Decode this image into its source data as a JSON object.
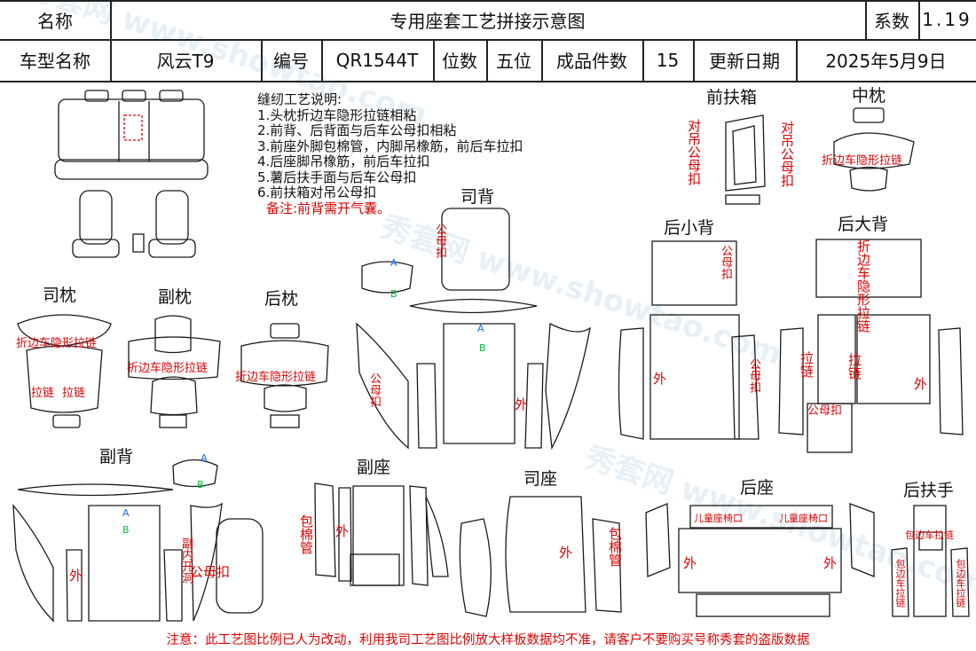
{
  "header": {
    "name_label": "名称",
    "title": "专用座套工艺拼接示意图",
    "coef_label": "系数",
    "coef_value": "1.19",
    "car_model_label": "车型名称",
    "car_model_value": "风云T9",
    "code_label": "编号",
    "code_value": "QR1544T",
    "seats_label": "位数",
    "seats_value": "五位",
    "pieces_label": "成品件数",
    "pieces_value": "15",
    "date_label": "更新日期",
    "date_value": "2025年5月9日"
  },
  "notes": {
    "title": "缝纫工艺说明:",
    "items": [
      "1.头枕折边车隐形拉链相粘",
      "2.前背、后背面与后车公母扣相粘",
      "3.前座外脚包棉管，内脚吊橡筋，前后车拉扣",
      "4.后座脚吊橡筋，前后车拉扣",
      "5.薯后扶手面与后车公母扣",
      "6.前扶箱对吊公母扣"
    ],
    "remark": "备注:前背需开气囊。"
  },
  "sections": {
    "driver_headrest": "司枕",
    "passenger_headrest": "副枕",
    "rear_headrest": "后枕",
    "driver_back": "司背",
    "front_armrest_box": "前扶箱",
    "middle_headrest": "中枕",
    "rear_small_back": "后小背",
    "rear_big_back": "后大背",
    "passenger_back": "副背",
    "passenger_seat": "副座",
    "driver_seat": "司座",
    "rear_seat": "后座",
    "rear_armrest": "后扶手"
  },
  "labels": {
    "fold_zip": "折边车隐形拉链",
    "zip": "拉链",
    "male_female_snap": "公母扣",
    "outer": "外",
    "hang_male_female_snap": "对吊公母扣",
    "child_seat": "儿童座椅口",
    "wrap_cotton_tube": "包棉管",
    "wrap_edge_zip": "包边车拉链",
    "sub_inner_hole": "副内开洞",
    "blue_mark": "A",
    "green_mark": "B"
  },
  "footer": "注意：此工艺图比例已人为改动，利用我司工艺图比例放大样板数据均不准，请客户不要购买号称秀套的盗版数据",
  "colors": {
    "annotation": "#e00000",
    "line": "#222222",
    "mark_a": "#1e6cff",
    "mark_b": "#00c040"
  }
}
